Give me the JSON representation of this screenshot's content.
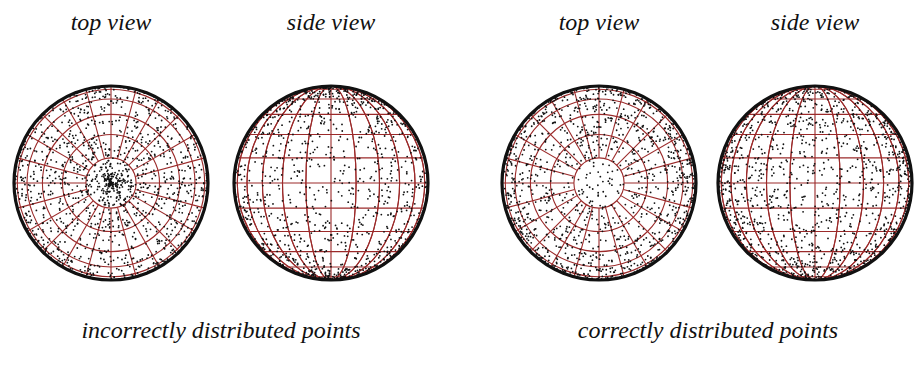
{
  "diagram": {
    "labels": [
      "top view",
      "side view",
      "top view",
      "side view",
      "incorrectly distributed points",
      "correctly distributed points"
    ]
  }
}
